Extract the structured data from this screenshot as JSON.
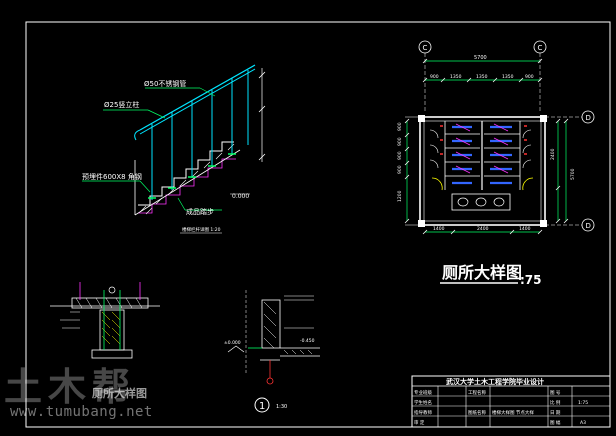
{
  "drawing": {
    "stair_labels": {
      "handrail": "Ø50不锈钢管",
      "post": "Ø25竖立柱",
      "base": "预埋件600X8 角钢",
      "step": "成品踏步",
      "baseline": "0.000",
      "caption": "楼梯栏杆详图 1:20"
    },
    "plan": {
      "title": "厕所大样图",
      "scale": ":75",
      "overall_dim": "5700",
      "top_dims": [
        "900",
        "1350",
        "1350",
        "1350",
        "900"
      ],
      "grid_letters": [
        "C",
        "C",
        "D",
        "D"
      ],
      "side_dims_left": [
        "900",
        "900",
        "900",
        "900",
        "1200"
      ],
      "side_dims_right": [
        "5700",
        "2400"
      ],
      "bottom_dims": [
        "1400",
        "2400",
        "1400"
      ]
    },
    "detail": {
      "index": "1",
      "scale": "1:30",
      "levels": [
        "±0.000",
        "-0.450"
      ]
    },
    "title_block": {
      "school": "武汉大学土木工程学院毕业设计",
      "rows": [
        [
          "专业班级",
          "",
          "工程名称",
          "",
          "图  号",
          ""
        ],
        [
          "学生姓名",
          "",
          "",
          "",
          "比  例",
          "1:75"
        ],
        [
          "指导教师",
          "",
          "图纸名称",
          "楼梯大样图 节点大样",
          "日  期",
          ""
        ],
        [
          "审  定",
          "",
          "",
          "",
          "图  幅",
          "A3"
        ]
      ]
    },
    "watermark": {
      "brand": "土木帮",
      "overlay": "厕所大样图",
      "url": "www.tumubang.net"
    },
    "colors": {
      "white": "#ffffff",
      "green": "#00ff66",
      "cyan": "#00e5ff",
      "yellow": "#ffff00",
      "magenta": "#ff33ff",
      "red": "#ff3333",
      "blue": "#3366ff"
    }
  }
}
